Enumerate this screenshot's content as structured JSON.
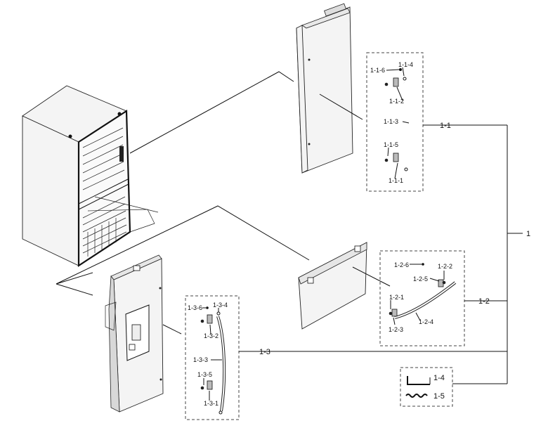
{
  "labels": {
    "assy": "1",
    "right_door": "1-1",
    "freezer_door": "1-2",
    "left_door": "1-3",
    "item_1_4": "1-4",
    "item_1_5": "1-5",
    "p_1_1_1": "1-1-1",
    "p_1_1_2": "1-1-2",
    "p_1_1_3": "1-1-3",
    "p_1_1_4": "1-1-4",
    "p_1_1_5": "1-1-5",
    "p_1_1_6": "1-1-6",
    "p_1_2_1": "1-2-1",
    "p_1_2_2": "1-2-2",
    "p_1_2_3": "1-2-3",
    "p_1_2_4": "1-2-4",
    "p_1_2_5": "1-2-5",
    "p_1_2_6": "1-2-6",
    "p_1_3_1": "1-3-1",
    "p_1_3_2": "1-3-2",
    "p_1_3_3": "1-3-3",
    "p_1_3_4": "1-3-4",
    "p_1_3_5": "1-3-5",
    "p_1_3_6": "1-3-6"
  }
}
